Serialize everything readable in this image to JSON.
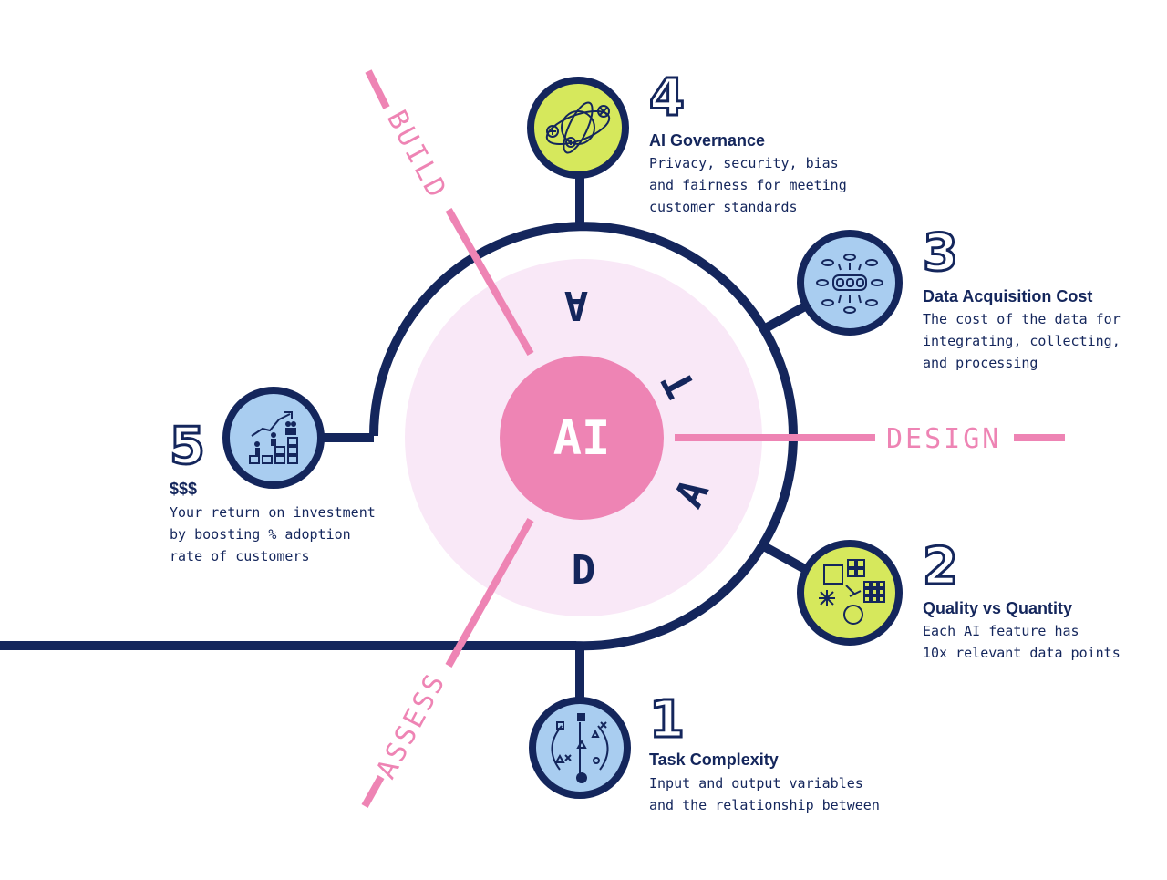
{
  "center": {
    "label": "AI",
    "ring_letters": [
      "D",
      "A",
      "T",
      "A"
    ]
  },
  "phases": {
    "build": "BUILD",
    "design": "DESIGN",
    "assess": "ASSESS"
  },
  "factors": [
    {
      "number": "1",
      "title": "Task Complexity",
      "lines": [
        "Input and output variables",
        "and the relationship between"
      ],
      "icon": "flow-diagram-icon",
      "icon_fill": "#a9cdf0"
    },
    {
      "number": "2",
      "title": "Quality vs Quantity",
      "lines": [
        "Each AI feature has",
        "10x relevant data points"
      ],
      "icon": "shapes-grid-icon",
      "icon_fill": "#d6e85c"
    },
    {
      "number": "3",
      "title": "Data Acquisition Cost",
      "lines": [
        "The cost of the data for",
        "integrating, collecting,",
        "and processing"
      ],
      "icon": "data-pipeline-icon",
      "icon_fill": "#a9cdf0"
    },
    {
      "number": "4",
      "title": "AI Governance",
      "lines": [
        "Privacy, security, bias",
        "and fairness for meeting",
        "customer standards"
      ],
      "icon": "globe-orbit-icon",
      "icon_fill": "#d6e85c"
    },
    {
      "number": "5",
      "title": "$$$",
      "lines": [
        "Your return on investment",
        "by boosting % adoption",
        "rate of customers"
      ],
      "icon": "growth-chart-icon",
      "icon_fill": "#a9cdf0"
    }
  ],
  "colors": {
    "navy": "#14265c",
    "pink": "#ee84b4",
    "light_pink": "#f9e8f7",
    "green": "#d6e85c",
    "light_blue": "#a9cdf0"
  }
}
